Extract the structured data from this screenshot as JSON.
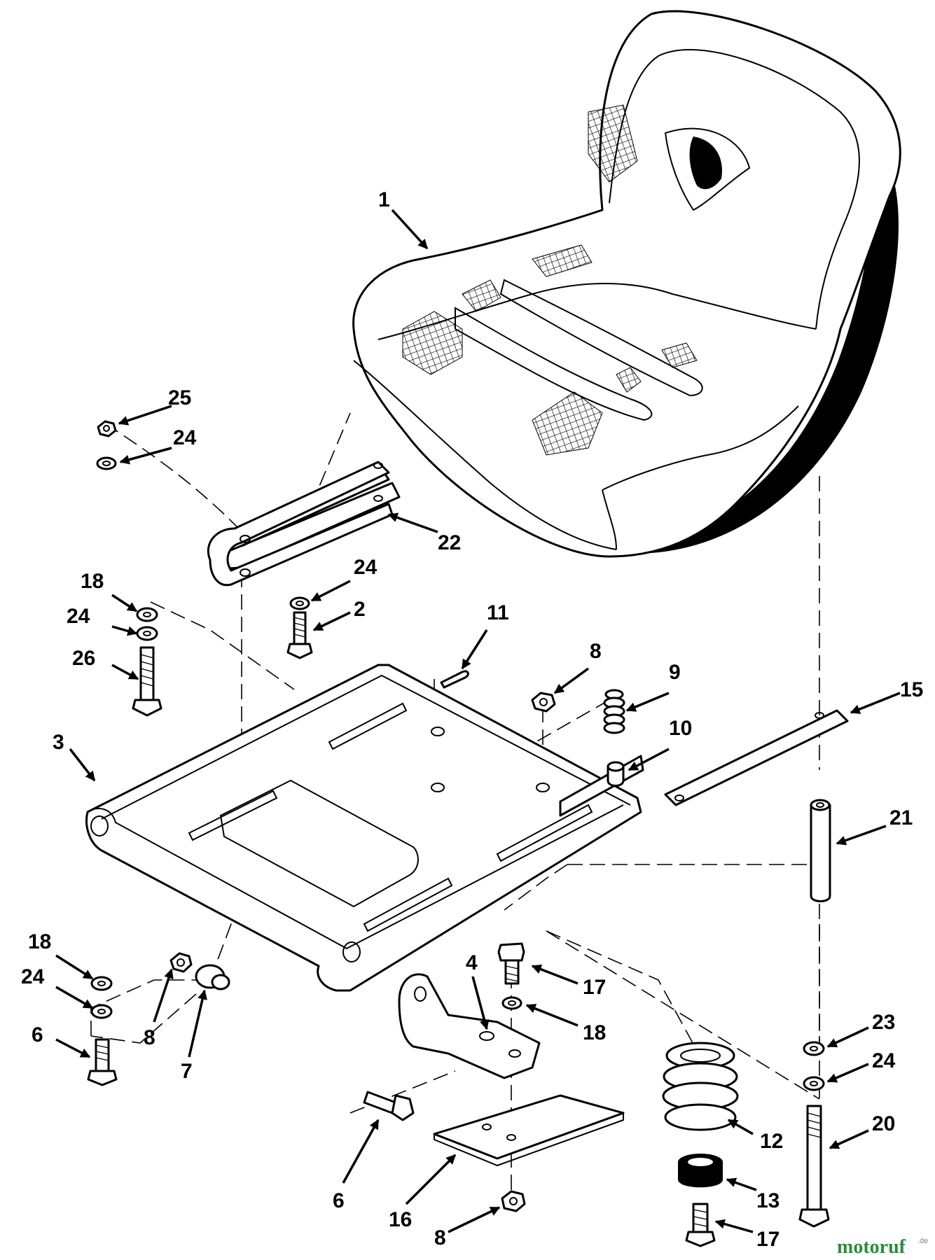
{
  "labels": {
    "seat": "1",
    "bolt_2": "2",
    "seat_pan": "3",
    "bracket": "4",
    "bolt_6a": "6",
    "bolt_6b": "6",
    "bushing": "7",
    "nut_8a": "8",
    "nut_8b": "8",
    "nut_8c": "8",
    "spring_9": "9",
    "pin_10": "10",
    "cotter_11": "11",
    "spring_12": "12",
    "bumper_13": "13",
    "strap_15": "15",
    "plate_16": "16",
    "bolt_17a": "17",
    "bolt_17b": "17",
    "washer_18a": "18",
    "washer_18b": "18",
    "washer_18c": "18",
    "bolt_20": "20",
    "spacer_21": "21",
    "hinge_22": "22",
    "washer_23": "23",
    "lockwasher_24a": "24",
    "lockwasher_24b": "24",
    "lockwasher_24c": "24",
    "lockwasher_24d": "24",
    "lockwasher_24e": "24",
    "nut_25": "25",
    "bolt_26": "26"
  },
  "watermark": {
    "brand": "motoruf",
    "suffix": ".de"
  }
}
